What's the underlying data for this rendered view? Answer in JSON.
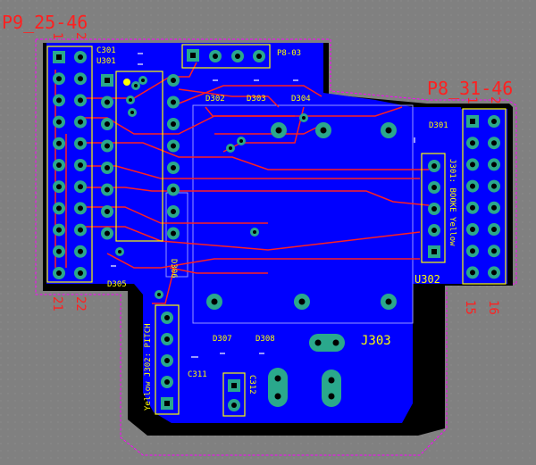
{
  "colors": {
    "background": "#808080",
    "copper": "#0000ff",
    "trace": "#ff2020",
    "silkscreen": "#ffff00",
    "outline": "#ff00ff",
    "labels": "#ff2020",
    "pad": "#2aa88c",
    "board_edge": "#000000"
  },
  "headers": {
    "p9_title": "P9_25-46",
    "p9_pin_top_1": "1",
    "p9_pin_top_2": "2",
    "p9_pin_bottom_1": "21",
    "p9_pin_bottom_2": "22",
    "p8_title": "P8_31-46",
    "p8_pin_top_1": "1",
    "p8_pin_top_2": "2",
    "p8_pin_bottom_1": "15",
    "p8_pin_bottom_2": "16"
  },
  "silkscreen": {
    "c301": "C301",
    "u301": "U301",
    "p8_03": "P8-03",
    "d302": "D302",
    "d303": "D303",
    "d304": "D304",
    "d301": "D301",
    "j301": "J301: BOOKE Yellow",
    "u302": "U302",
    "d305": "D305",
    "d306": "D306",
    "j302": "Yellow J302: PITCH",
    "d307": "D307",
    "d308": "D308",
    "j303": "J303",
    "c311": "C311",
    "c312": "C312"
  }
}
